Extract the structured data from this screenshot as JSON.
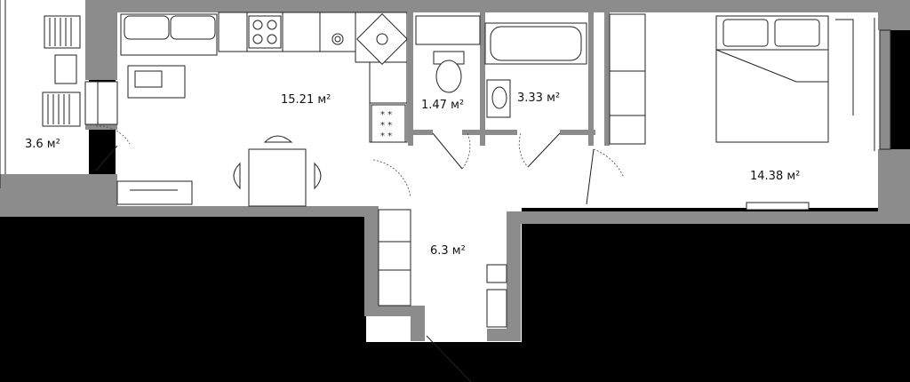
{
  "rooms": {
    "balcony": "3.6 м²",
    "kitchen_living": "15.21 м²",
    "toilet": "1.47 м²",
    "bathroom": "3.33 м²",
    "bedroom": "14.38 м²",
    "hallway": "6.3 м²"
  },
  "colors": {
    "background": "#000000",
    "floor": "#ffffff",
    "wall": "#8c8c8c",
    "line": "#222222"
  }
}
